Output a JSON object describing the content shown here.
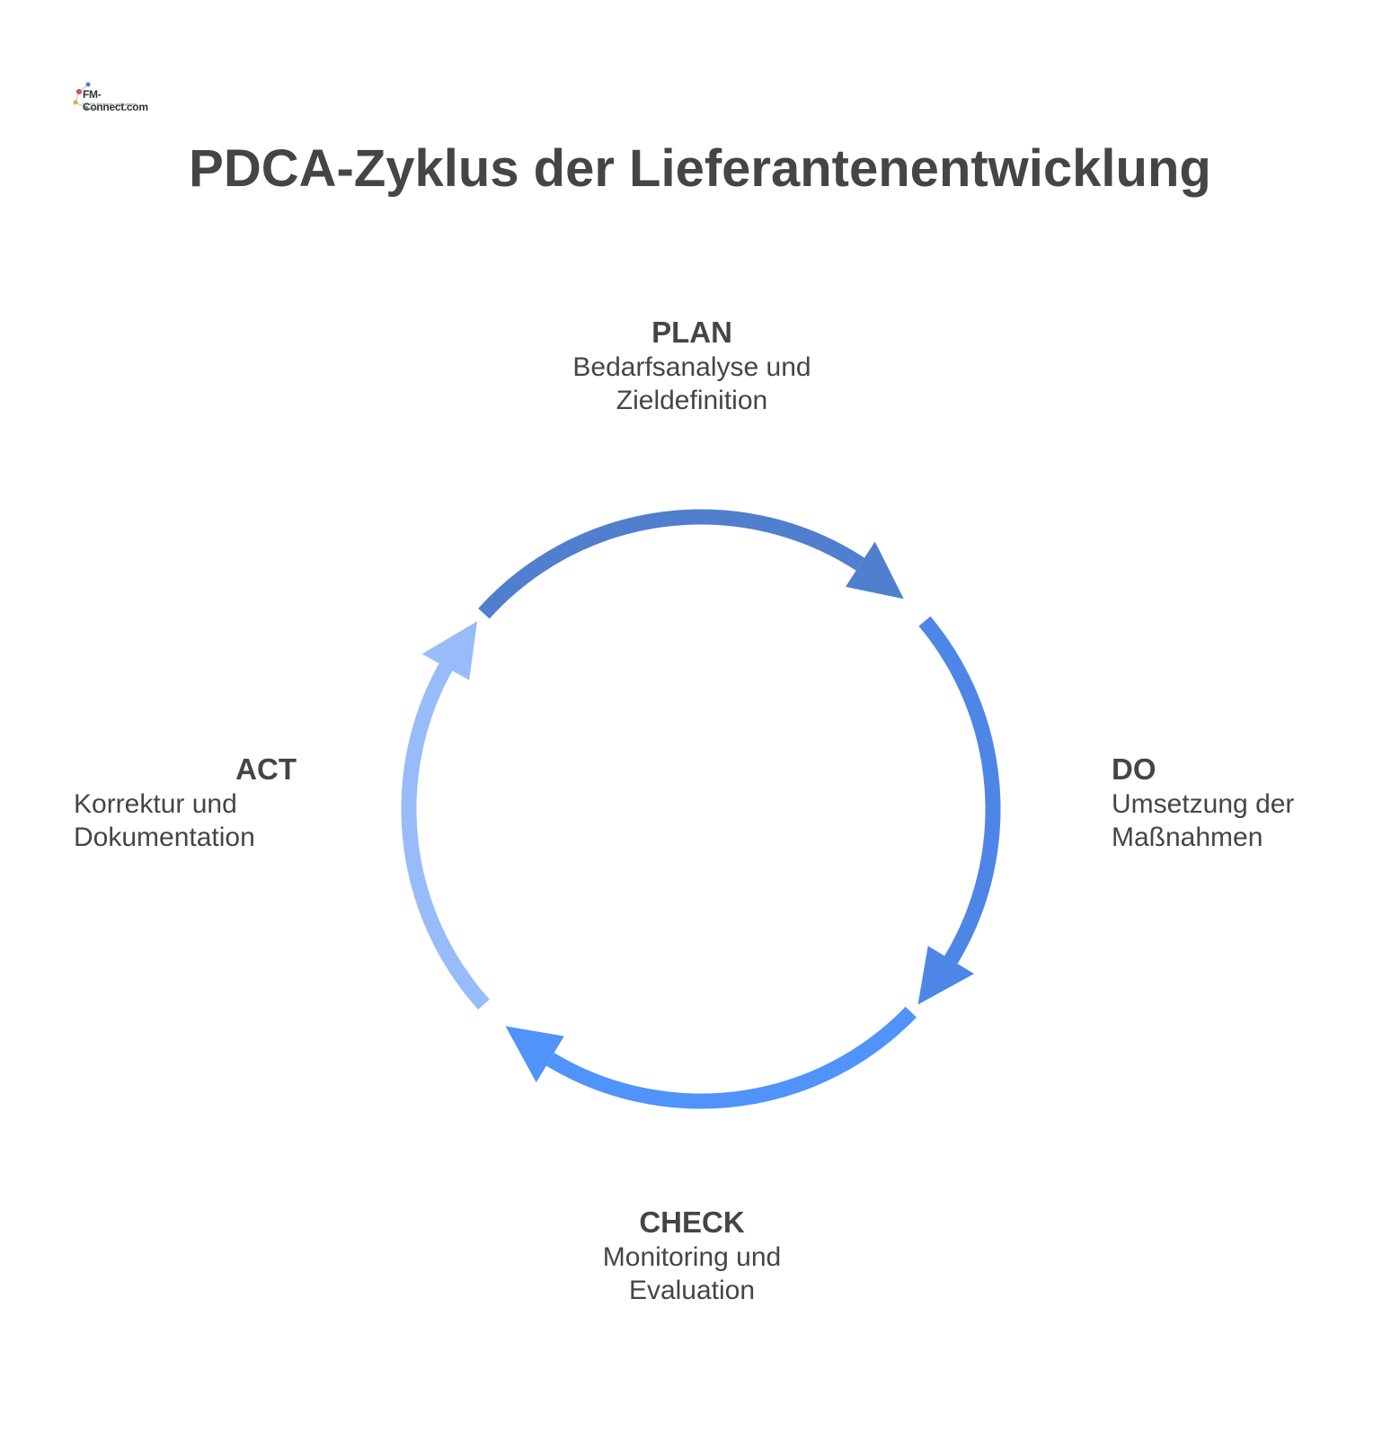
{
  "title": "PDCA-Zyklus der Lieferantenentwicklung",
  "logo": {
    "text": "FM-Connect.com",
    "subtext": "Das FM-Beratungs- und Ingenieur-Netzwerk",
    "icon": "network-logo-icon"
  },
  "stages": {
    "plan": {
      "name": "PLAN",
      "line1": "Bedarfsanalyse und",
      "line2": "Zieldefinition",
      "color": "#4f7fcd"
    },
    "do": {
      "name": "DO",
      "line1": "Umsetzung der",
      "line2": "Maßnahmen",
      "color": "#4d86e6"
    },
    "check": {
      "name": "CHECK",
      "line1": "Monitoring und",
      "line2": "Evaluation",
      "color": "#4f93fb"
    },
    "act": {
      "name": "ACT",
      "line1": "Korrektur und",
      "line2": "Dokumentation",
      "color": "#97bcf9"
    }
  },
  "colors": {
    "title": "#454545",
    "text": "#454545",
    "background": "#ffffff"
  }
}
